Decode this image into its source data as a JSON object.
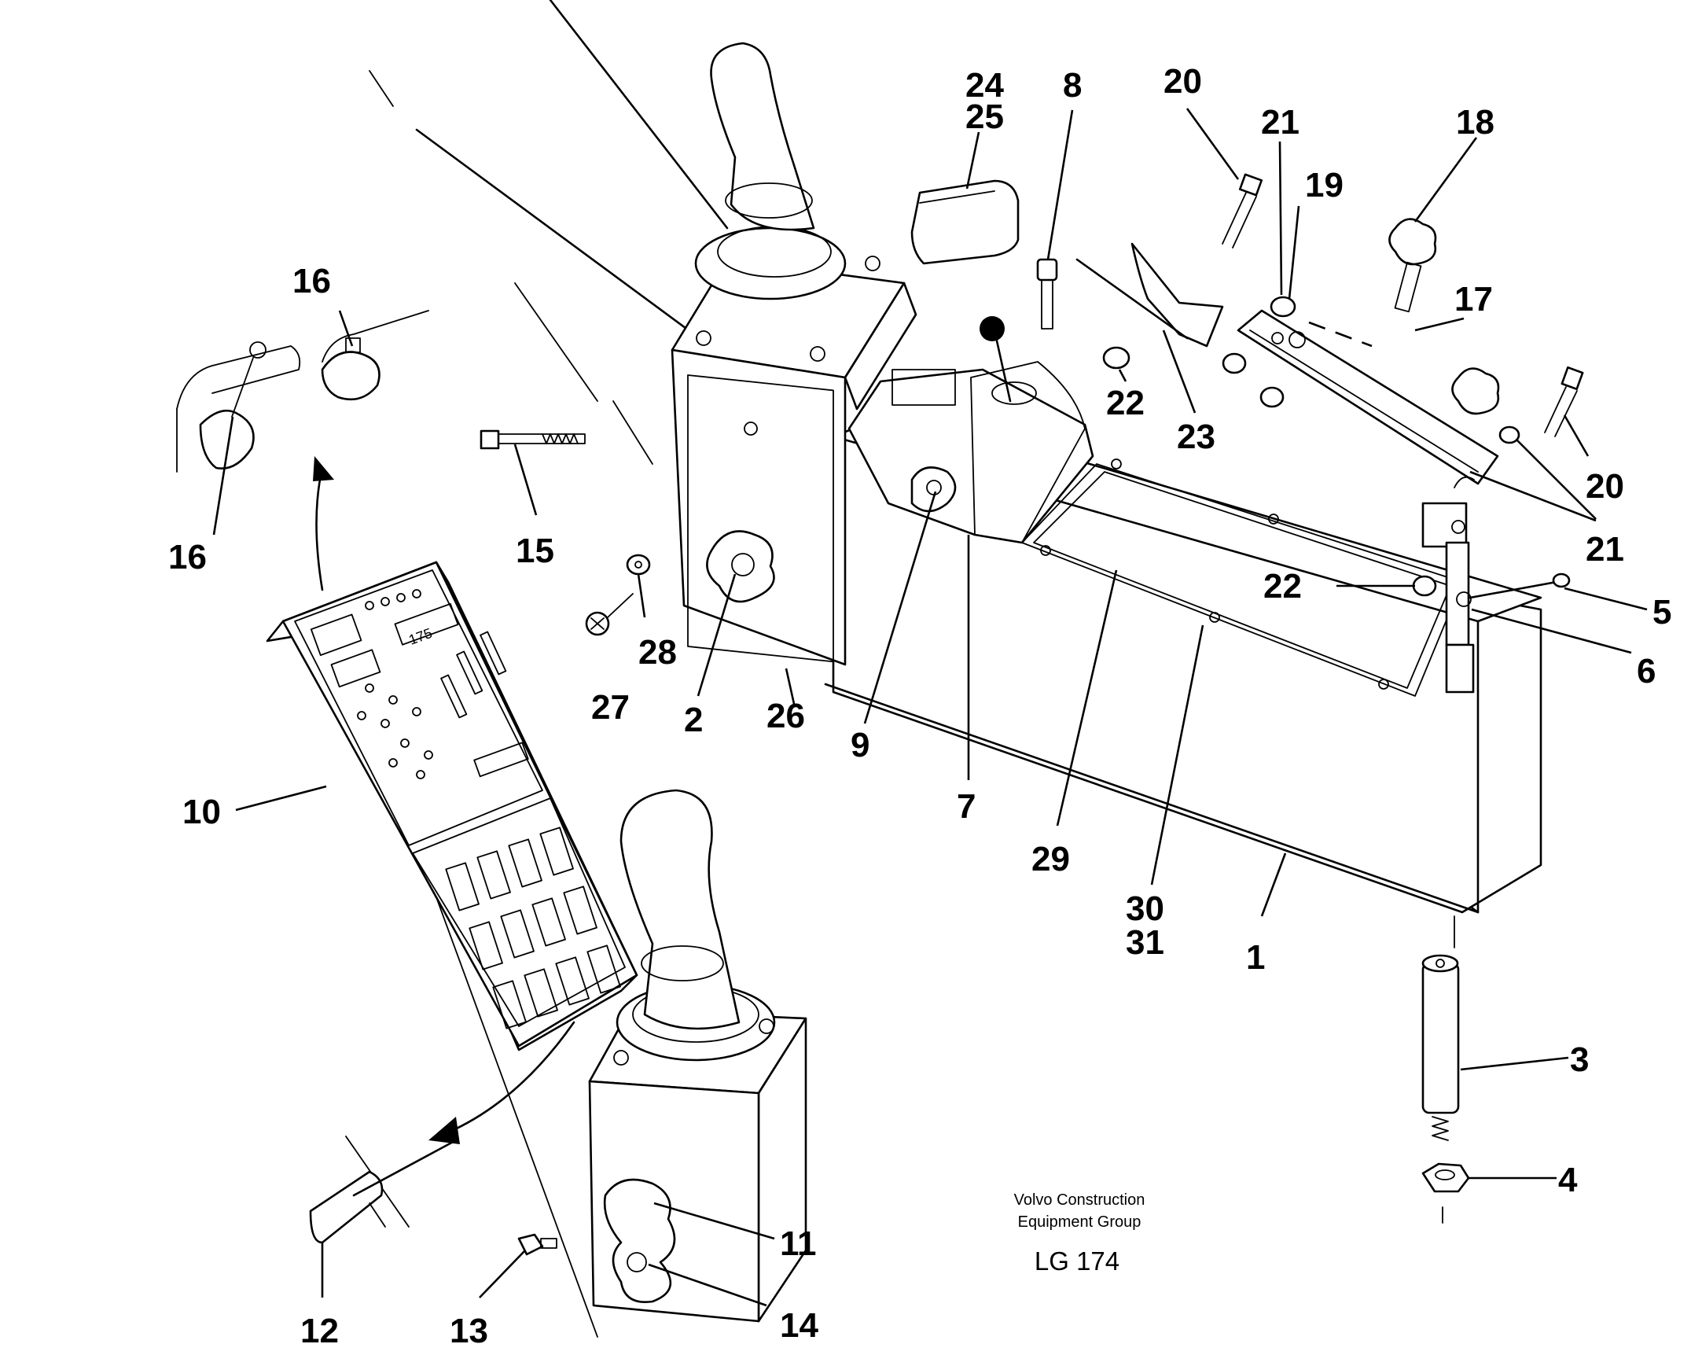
{
  "callouts": [
    "24",
    "25",
    "8",
    "20",
    "21",
    "18",
    "19",
    "17",
    "16",
    "16",
    "15",
    "22",
    "23",
    "20",
    "21",
    "22",
    "5",
    "6",
    "28",
    "27",
    "2",
    "26",
    "9",
    "7",
    "29",
    "10",
    "30",
    "31",
    "1",
    "3",
    "4",
    "11",
    "14",
    "12",
    "13"
  ],
  "caption": {
    "line1": "Volvo Construction",
    "line2": "Equipment Group",
    "code": "LG 174"
  },
  "panel_display": "175"
}
